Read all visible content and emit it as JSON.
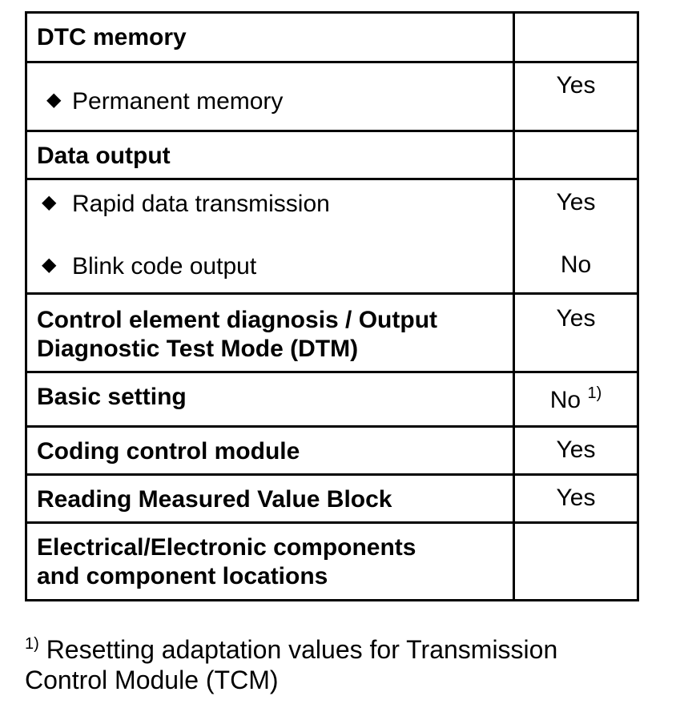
{
  "rows": [
    {
      "label": "DTC memory",
      "value": ""
    },
    {
      "label": "Permanent memory",
      "value": "Yes"
    },
    {
      "label": "Data output",
      "value": ""
    },
    {
      "label": "Rapid data transmission",
      "value": "Yes"
    },
    {
      "label": "Blink code output",
      "value": "No"
    },
    {
      "label_line1": "Control element diagnosis / Output",
      "label_line2": "Diagnostic Test Mode (DTM)",
      "value": "Yes"
    },
    {
      "label": "Basic setting",
      "value": "No",
      "note": "1)"
    },
    {
      "label": "Coding control module",
      "value": "Yes"
    },
    {
      "label": "Reading Measured Value Block",
      "value": "Yes"
    },
    {
      "label_line1": "Electrical/Electronic components",
      "label_line2": "and component locations",
      "value": ""
    }
  ],
  "bullet_icon": "diamond-icon",
  "footnote": {
    "marker": "1)",
    "line1": "Resetting adaptation values for Transmission",
    "line2": "Control Module (TCM)"
  }
}
